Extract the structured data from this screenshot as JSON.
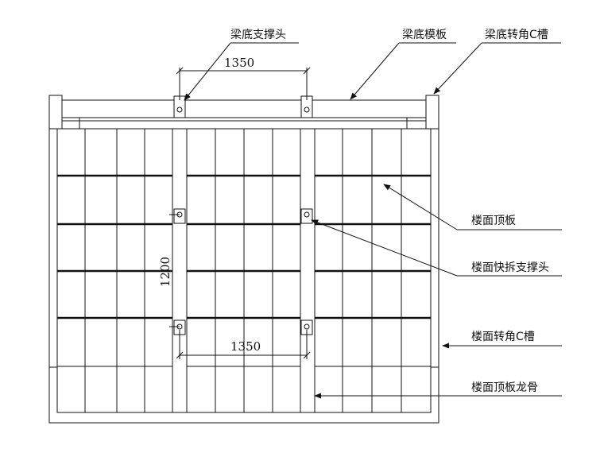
{
  "labels": {
    "beam_support_head": "梁底支撑头",
    "beam_formwork": "梁底模板",
    "beam_corner_c_channel": "梁底转角C槽",
    "floor_top_panel": "楼面顶板",
    "floor_quick_release_head": "楼面快拆支撑头",
    "floor_corner_c_channel": "楼面转角C槽",
    "floor_panel_keel": "楼面顶板龙骨"
  },
  "dimensions": {
    "top_spacing": "1350",
    "vertical_spacing": "1200",
    "bottom_spacing": "1350"
  },
  "colors": {
    "line": "#111111",
    "background": "#ffffff"
  }
}
